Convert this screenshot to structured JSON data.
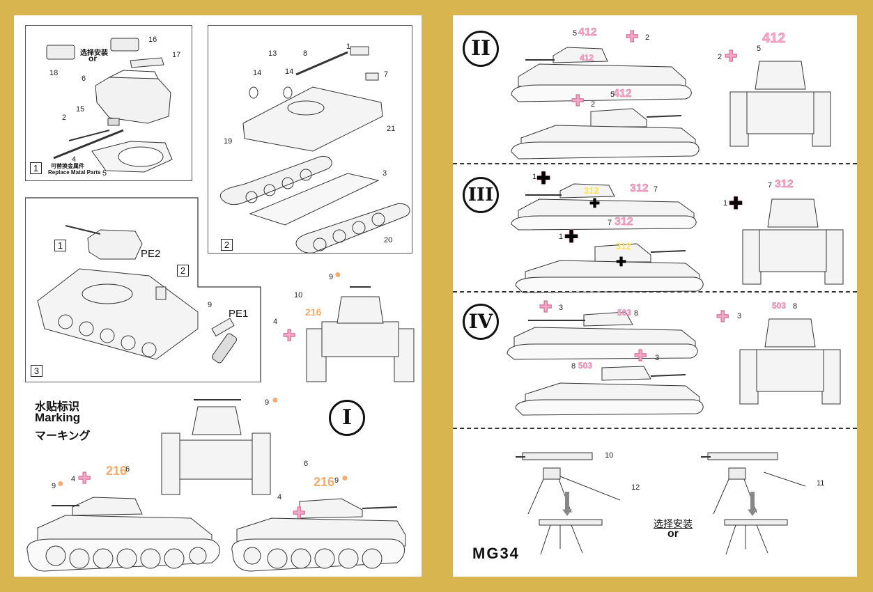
{
  "colors": {
    "background": "#d8b54e",
    "page": "#ffffff",
    "pink_cross": "#f7a8c8",
    "yellow": "#ffe34a",
    "orange": "#f8a968"
  },
  "step1": {
    "number": "1",
    "parts": [
      "16",
      "17",
      "18",
      "6",
      "15",
      "2",
      "4",
      "5"
    ],
    "option_cn": "选择安装",
    "option_or": "or",
    "replace_cn": "可替换金属件",
    "replace_en": "Replace Matal Parts"
  },
  "step2": {
    "number": "2",
    "parts": [
      "1",
      "13",
      "8",
      "14",
      "14",
      "7",
      "21",
      "19",
      "3",
      "20"
    ]
  },
  "step3": {
    "number": "3",
    "sub_ref": "1",
    "pe2": "PE2",
    "sub_ref2": "2",
    "part9": "9",
    "pe1": "PE1"
  },
  "marking": {
    "title_cn": "水贴标识",
    "title_en": "Marking",
    "title_jp": "マーキング"
  },
  "scheme_I": {
    "roman": "I",
    "number_216": "216",
    "labels": [
      "9",
      "10",
      "4",
      "6"
    ]
  },
  "scheme_II": {
    "roman": "II",
    "number": "412",
    "labels": [
      "5",
      "2"
    ]
  },
  "scheme_III": {
    "roman": "III",
    "number": "312",
    "labels": [
      "1",
      "7"
    ]
  },
  "scheme_IV": {
    "roman": "IV",
    "number": "503",
    "labels": [
      "3",
      "8"
    ]
  },
  "mg34": {
    "title": "MG34",
    "parts": [
      "10",
      "12",
      "11"
    ],
    "option_cn": "选择安装",
    "option_or": "or"
  }
}
